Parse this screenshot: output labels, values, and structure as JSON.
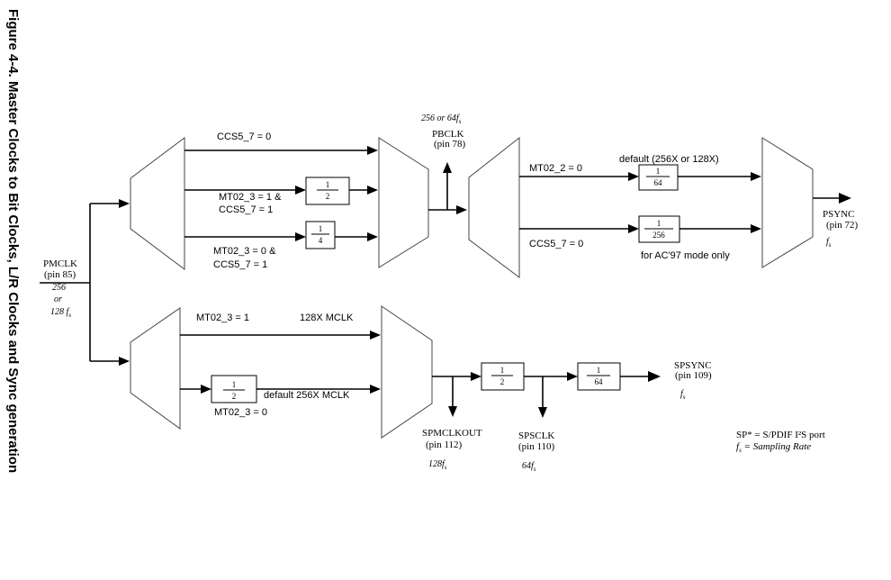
{
  "caption": "Figure 4-4.  Master Clocks to Bit Clocks, L/R Clocks and Sync generation",
  "pmclk": {
    "name": "PMCLK",
    "pin": "(pin 85)",
    "rate1": "256",
    "rate2": "or",
    "rate3": "128 f",
    "rate3_sub": "s"
  },
  "top_mux1": {
    "in0": "CCS5_7 = 0",
    "in1_line1": "MT02_3 = 1 &",
    "in1_line2": "CCS5_7 = 1",
    "in2_line1": "MT02_3 = 0 &",
    "in2_line2": "CCS5_7 = 1",
    "div2": {
      "num": "1",
      "den": "2"
    },
    "div4": {
      "num": "1",
      "den": "4"
    }
  },
  "pbclk": {
    "rate": "256 or 64f",
    "rate_sub": "s",
    "name": "PBCLK",
    "pin": "(pin 78)"
  },
  "top_mux2": {
    "out0": "MT02_2 = 0",
    "out1": "CCS5_7 = 0",
    "default_note": "default (256X or 128X)",
    "ac97_note": "for AC'97 mode only",
    "div64": {
      "num": "1",
      "den": "64"
    },
    "div256": {
      "num": "1",
      "den": "256"
    }
  },
  "psync": {
    "name": "PSYNC",
    "pin": "(pin 72)",
    "rate": "f",
    "rate_sub": "s"
  },
  "bottom_mux1": {
    "in0": "MT02_3 = 1",
    "mclk128": "128X MCLK",
    "mclk_default": "default 256X MCLK",
    "in1": "MT02_3 = 0",
    "div2": {
      "num": "1",
      "den": "2"
    }
  },
  "spmclkout": {
    "name": "SPMCLKOUT",
    "pin": "(pin 112)",
    "rate": "128f",
    "rate_sub": "s"
  },
  "spsclk": {
    "name": "SPSCLK",
    "pin": "(pin 110)",
    "rate": "64f",
    "rate_sub": "s",
    "div": {
      "num": "1",
      "den": "2"
    }
  },
  "spsync": {
    "name": "SPSYNC",
    "pin": "(pin 109)",
    "rate": "f",
    "rate_sub": "s",
    "div": {
      "num": "1",
      "den": "64"
    }
  },
  "legend": {
    "sp_line": "SP* = S/PDIF I²S port",
    "fs_symbol": "f",
    "fs_sub": "s",
    "fs_text": " = Sampling Rate"
  }
}
